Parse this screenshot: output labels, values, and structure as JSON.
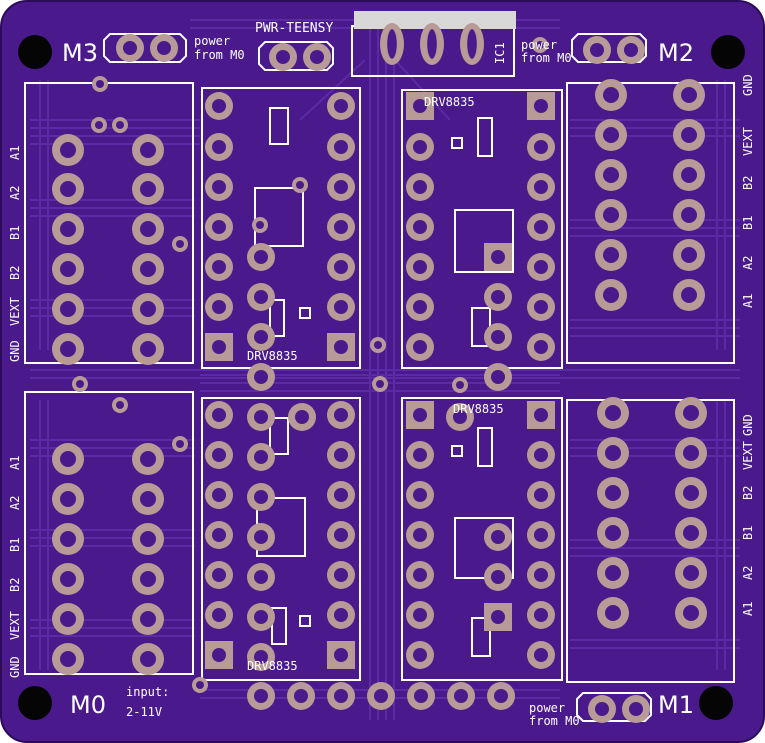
{
  "colors": {
    "board": "#4a1a8c",
    "board_edge": "#2c0a5c",
    "trace": "#5b2ba5",
    "pad": "#b89a96",
    "pad_hole": "#4a1a8c",
    "silk": "#ffffff",
    "mount_hole": "#050505"
  },
  "labels": {
    "motor_m3": "M3",
    "motor_m2": "M2",
    "motor_m0": "M0",
    "motor_m1": "M1",
    "pwr_teensy": "PWR-TEENSY",
    "ic1": "IC1",
    "power_line1": "power",
    "power_line2": "from M0",
    "driver_top_right": "DRV8835",
    "driver_top_left": "DRV8835",
    "driver_bottom_right": "DRV8835",
    "driver_bottom_left": "DRV8835",
    "input_line1": "input:",
    "input_line2": "2-11V"
  },
  "pin_labels": {
    "left": [
      "A1",
      "A2",
      "B1",
      "B2",
      "VEXT",
      "GND"
    ],
    "right": [
      "GND",
      "VEXT",
      "B2",
      "B1",
      "A2",
      "A1"
    ]
  }
}
